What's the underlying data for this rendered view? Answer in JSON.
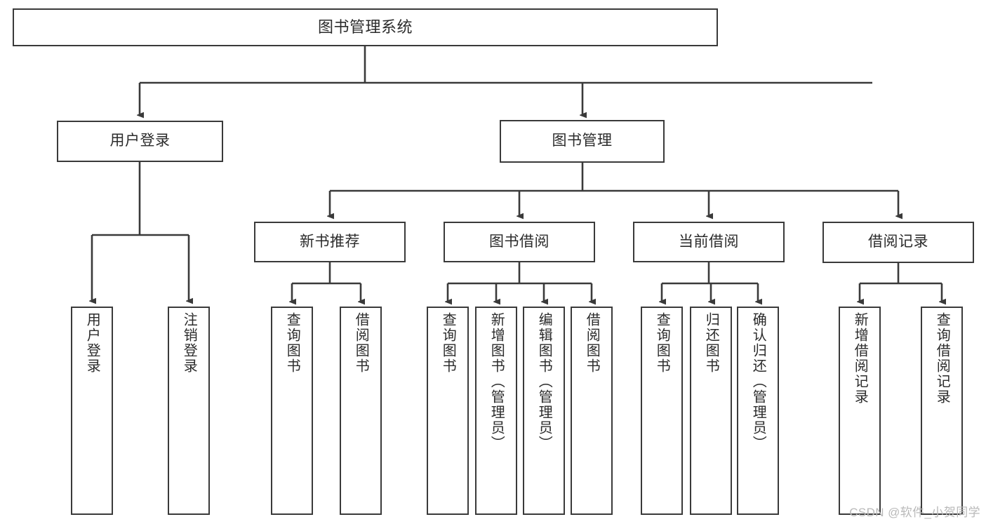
{
  "diagram": {
    "title": "图书管理系统",
    "watermark": "CSDN @软件_小贺同学",
    "line_color": "#3a3a3a",
    "box_fill": "#ffffff",
    "text_color": "#2b2b2b",
    "watermark_color": "#b9b9b9"
  },
  "nodes": {
    "root": {
      "label": "图书管理系统"
    },
    "level2": [
      {
        "label": "用户登录"
      },
      {
        "label": "图书管理"
      }
    ],
    "level3": [
      {
        "label": "新书推荐"
      },
      {
        "label": "图书借阅"
      },
      {
        "label": "当前借阅"
      },
      {
        "label": "借阅记录"
      }
    ],
    "leaves": {
      "user_login": [
        {
          "label": "用户登录"
        },
        {
          "label": "注销登录"
        }
      ],
      "new_book_recommend": [
        {
          "label": "查询图书"
        },
        {
          "label": "借阅图书"
        }
      ],
      "book_borrow": [
        {
          "label": "查询图书"
        },
        {
          "label": "新增图书（管理员）"
        },
        {
          "label": "编辑图书（管理员）"
        },
        {
          "label": "借阅图书"
        }
      ],
      "current_borrow": [
        {
          "label": "查询图书"
        },
        {
          "label": "归还图书"
        },
        {
          "label": "确认归还（管理员）"
        }
      ],
      "borrow_records": [
        {
          "label": "新增借阅记录"
        },
        {
          "label": "查询借阅记录"
        }
      ]
    }
  }
}
